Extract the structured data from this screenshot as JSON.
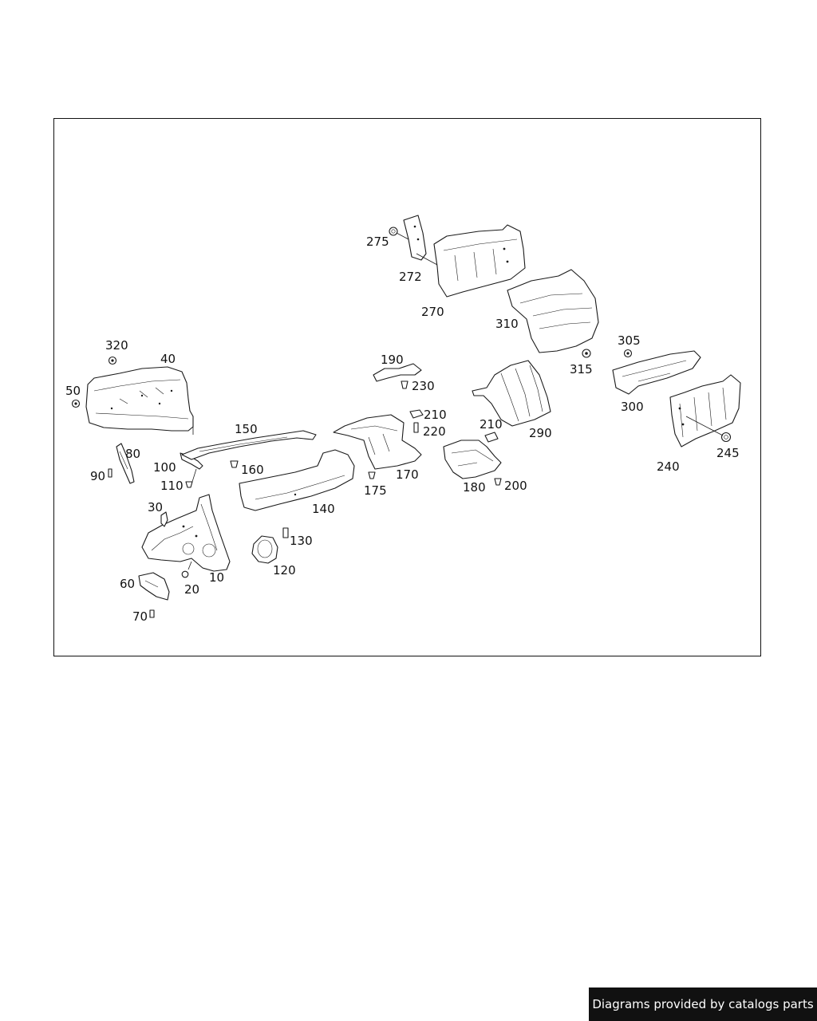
{
  "labels": {
    "p10": "10",
    "p20": "20",
    "p30": "30",
    "p40": "40",
    "p50": "50",
    "p60": "60",
    "p70": "70",
    "p80": "80",
    "p90": "90",
    "p100": "100",
    "p110": "110",
    "p120": "120",
    "p130": "130",
    "p140": "140",
    "p150": "150",
    "p160": "160",
    "p170": "170",
    "p175": "175",
    "p180": "180",
    "p190": "190",
    "p200": "200",
    "p210a": "210",
    "p210b": "210",
    "p220": "220",
    "p230": "230",
    "p240": "240",
    "p245": "245",
    "p270": "270",
    "p272": "272",
    "p275": "275",
    "p290": "290",
    "p300": "300",
    "p305": "305",
    "p310": "310",
    "p315": "315",
    "p320": "320"
  },
  "footer": {
    "text": "Diagrams provided by catalogs parts"
  }
}
